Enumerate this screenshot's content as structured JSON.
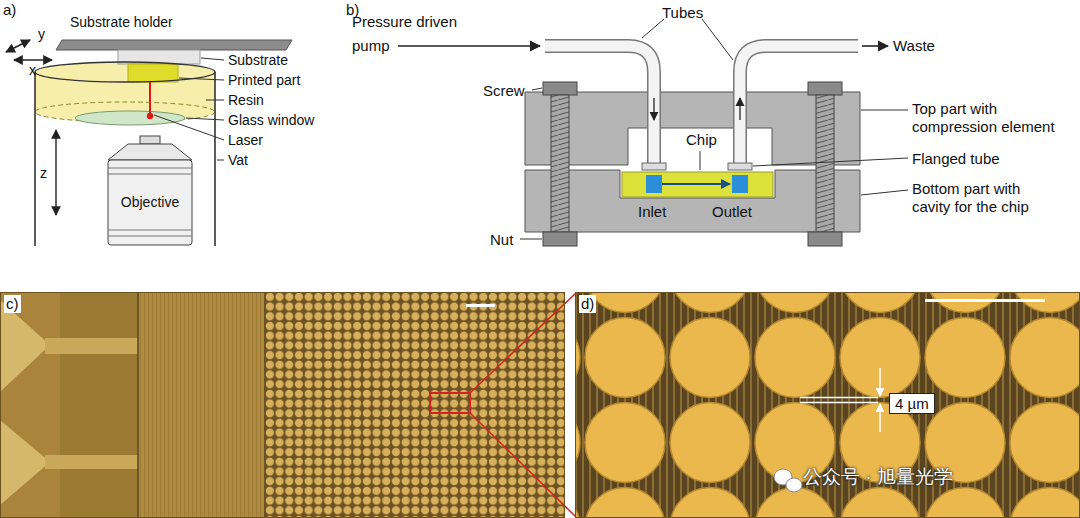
{
  "diagram": {
    "nodes": [
      {
        "text": [
          "Objective"
        ]
      },
      {
        "text": [
          "c)"
        ]
      },
      {
        "text": [
          "d)"
        ]
      },
      {
        "text": [
          "4 µm"
        ],
        "in": 2
      }
    ],
    "labels": [
      "a)",
      "Substrate holder",
      "y",
      "x",
      "Substrate",
      "Printed part",
      "Resin",
      "Glass window",
      "Laser",
      "Vat",
      "z",
      "b)",
      "Pressure driven pump",
      "Tubes",
      "Waste",
      "Screw",
      "Top part with compression element",
      "Chip",
      "Flanged tube",
      "Nut",
      "Inlet",
      "Outlet",
      "Bottom part with cavity for the chip",
      "公众号 · 旭量光学"
    ]
  }
}
